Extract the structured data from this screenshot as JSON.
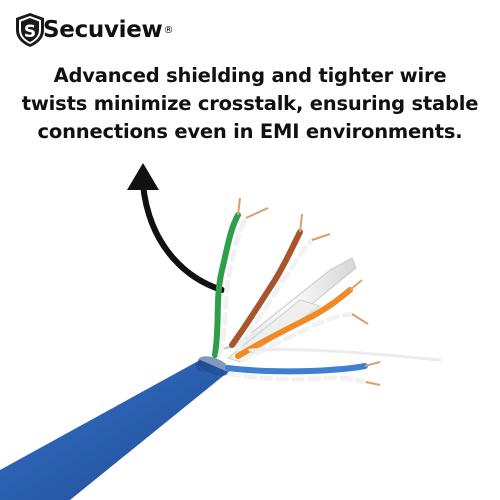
{
  "brand": {
    "name": "Secuview",
    "shield_letter": "S",
    "registered_mark": "®"
  },
  "headline": {
    "lines": [
      "Advanced shielding and tighter wire",
      "twists minimize crosstalk, ensuring stable",
      "connections even in EMI environments."
    ]
  },
  "illustration": {
    "subject": "cable-cross-section",
    "jacket_color": "#2f63b3",
    "pair_colors": [
      "#2e9e4a",
      "#a8552c",
      "#f08a24",
      "#3f7fd0"
    ],
    "spline_color": "#f2f2f2"
  }
}
